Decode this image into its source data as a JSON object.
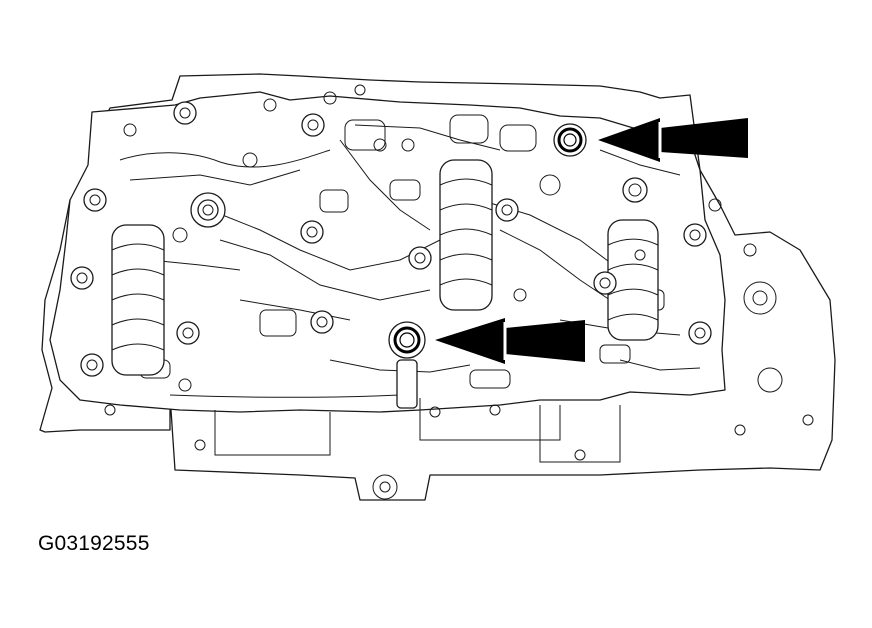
{
  "figure": {
    "id": "G03192555"
  },
  "colors": {
    "line": "#1a1a1a",
    "background": "#ffffff",
    "arrow": "#000000"
  },
  "callouts": [
    {
      "name": "upper-check-ball-arrow",
      "icon": "arrow-left-icon"
    },
    {
      "name": "lower-check-ball-arrow",
      "icon": "arrow-left-icon"
    }
  ]
}
